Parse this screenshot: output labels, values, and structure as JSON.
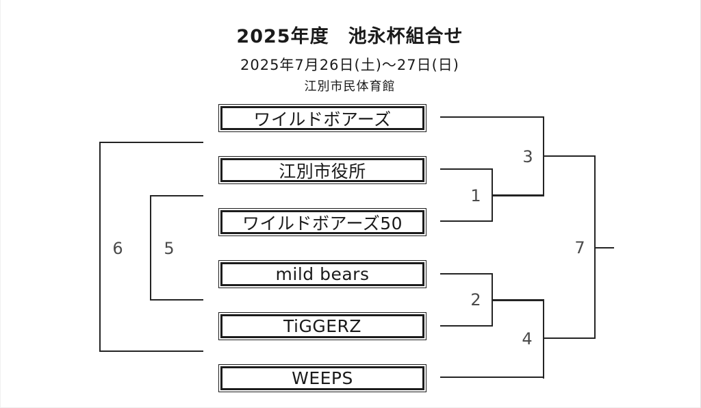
{
  "header": {
    "title": "2025年度　池永杯組合せ",
    "date_range": "2025年7月26日(土)～27日(日)",
    "venue": "江別市民体育館"
  },
  "bracket": {
    "teams": [
      "ワイルドボアーズ",
      "江別市役所",
      "ワイルドボアーズ50",
      "mild bears",
      "TiGGERZ",
      "WEEPS"
    ],
    "match_labels": [
      "1",
      "2",
      "3",
      "4",
      "5",
      "6",
      "7"
    ],
    "matches": [
      {
        "number": "1",
        "pairing": "江別市役所 vs ワイルドボアーズ50"
      },
      {
        "number": "2",
        "pairing": "mild bears vs TiGGERZ"
      },
      {
        "number": "3",
        "pairing": "ワイルドボアーズ vs winner of 1"
      },
      {
        "number": "4",
        "pairing": "winner of 2 vs WEEPS"
      },
      {
        "number": "5",
        "pairing": "consolation bracket (inner left)"
      },
      {
        "number": "6",
        "pairing": "consolation bracket (outer left)"
      },
      {
        "number": "7",
        "pairing": "final: winner of 3 vs winner of 4"
      }
    ],
    "line_color": "#232323",
    "number_color": "#4a4a4a"
  }
}
